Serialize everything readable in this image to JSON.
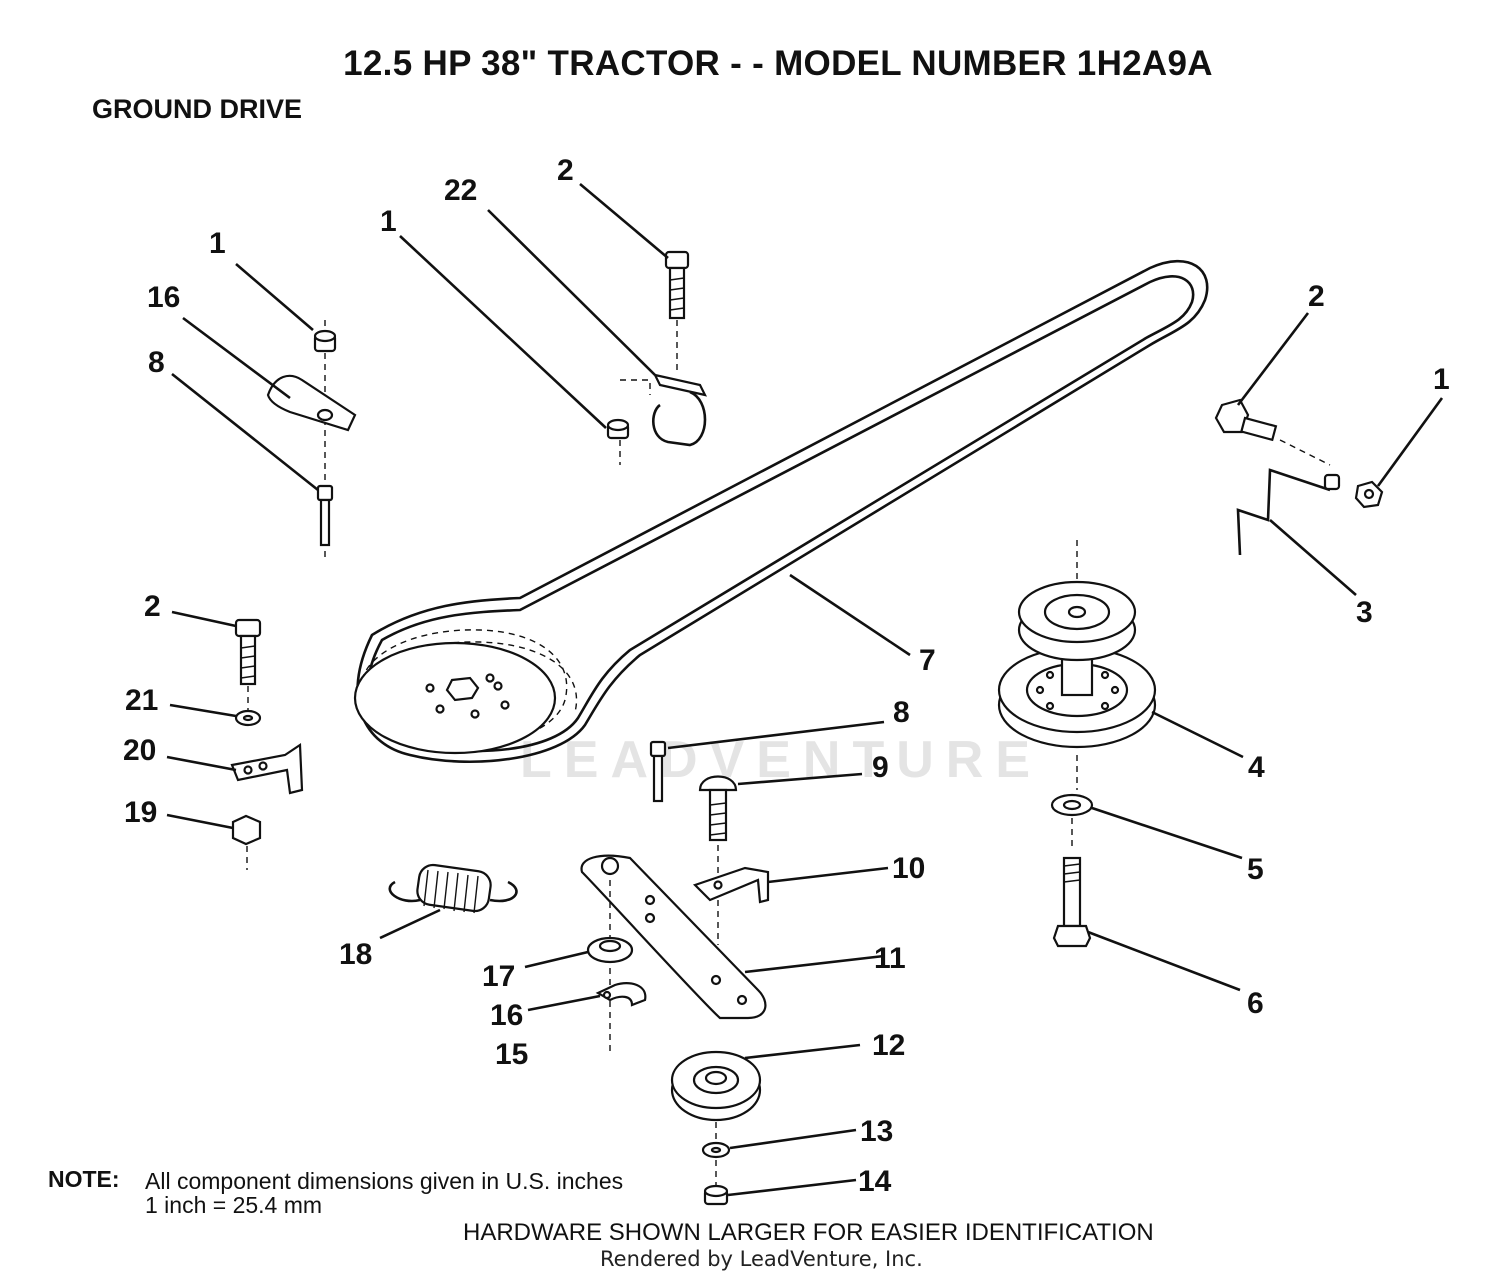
{
  "header": {
    "title": "12.5 HP 38\" TRACTOR - - MODEL NUMBER 1H2A9A",
    "subtitle": "GROUND DRIVE"
  },
  "callouts": {
    "c1a": "1",
    "c16a": "16",
    "c8a": "8",
    "c22": "22",
    "c1b": "1",
    "c2a": "2",
    "c2b": "2",
    "c1c": "1",
    "c3": "3",
    "c2c": "2",
    "c21": "21",
    "c20": "20",
    "c19": "19",
    "c7": "7",
    "c4": "4",
    "c5": "5",
    "c6": "6",
    "c8b": "8",
    "c9": "9",
    "c10": "10",
    "c11": "11",
    "c18": "18",
    "c17": "17",
    "c16b": "16",
    "c15": "15",
    "c12": "12",
    "c13": "13",
    "c14": "14"
  },
  "footer": {
    "note_label": "NOTE:",
    "note_line1": "All component dimensions given in U.S. inches",
    "note_line2": "1 inch = 25.4 mm",
    "hardware_note": "HARDWARE SHOWN LARGER FOR EASIER IDENTIFICATION",
    "rendered_by": "Rendered by LeadVenture, Inc."
  },
  "watermark": {
    "text": "LEADVENTURE"
  }
}
